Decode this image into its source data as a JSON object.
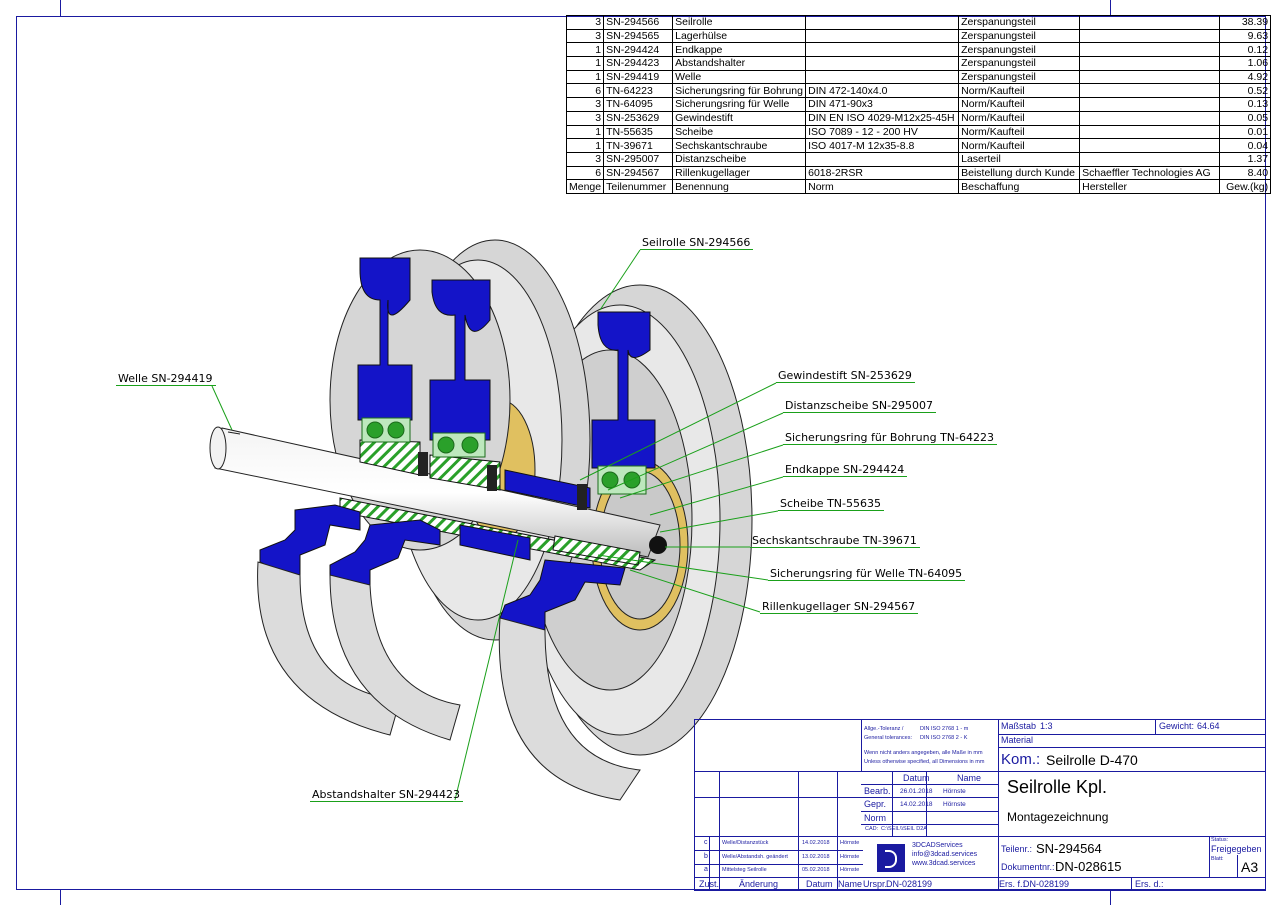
{
  "bom": {
    "rows": [
      {
        "qty": "3",
        "part": "SN-294566",
        "name": "Seilrolle",
        "norm": "",
        "proc": "Zerspanungsteil",
        "maker": "",
        "weight": "38.39"
      },
      {
        "qty": "3",
        "part": "SN-294565",
        "name": "Lagerhülse",
        "norm": "",
        "proc": "Zerspanungsteil",
        "maker": "",
        "weight": "9.63"
      },
      {
        "qty": "1",
        "part": "SN-294424",
        "name": "Endkappe",
        "norm": "",
        "proc": "Zerspanungsteil",
        "maker": "",
        "weight": "0.12"
      },
      {
        "qty": "1",
        "part": "SN-294423",
        "name": "Abstandshalter",
        "norm": "",
        "proc": "Zerspanungsteil",
        "maker": "",
        "weight": "1.06"
      },
      {
        "qty": "1",
        "part": "SN-294419",
        "name": "Welle",
        "norm": "",
        "proc": "Zerspanungsteil",
        "maker": "",
        "weight": "4.92"
      },
      {
        "qty": "6",
        "part": "TN-64223",
        "name": "Sicherungsring für Bohrung",
        "norm": "DIN 472-140x4.0",
        "proc": "Norm/Kaufteil",
        "maker": "",
        "weight": "0.52"
      },
      {
        "qty": "3",
        "part": "TN-64095",
        "name": "Sicherungsring für Welle",
        "norm": "DIN 471-90x3",
        "proc": "Norm/Kaufteil",
        "maker": "",
        "weight": "0.13"
      },
      {
        "qty": "3",
        "part": "SN-253629",
        "name": "Gewindestift",
        "norm": "DIN EN ISO 4029-M12x25-45H",
        "proc": "Norm/Kaufteil",
        "maker": "",
        "weight": "0.05"
      },
      {
        "qty": "1",
        "part": "TN-55635",
        "name": "Scheibe",
        "norm": "ISO 7089 - 12 - 200 HV",
        "proc": "Norm/Kaufteil",
        "maker": "",
        "weight": "0.01"
      },
      {
        "qty": "1",
        "part": "TN-39671",
        "name": "Sechskantschraube",
        "norm": "ISO 4017-M 12x35-8.8",
        "proc": "Norm/Kaufteil",
        "maker": "",
        "weight": "0.04"
      },
      {
        "qty": "3",
        "part": "SN-295007",
        "name": "Distanzscheibe",
        "norm": "",
        "proc": "Laserteil",
        "maker": "",
        "weight": "1.37"
      },
      {
        "qty": "6",
        "part": "SN-294567",
        "name": "Rillenkugellager",
        "norm": "6018-2RSR",
        "proc": "Beistellung durch Kunde",
        "maker": "Schaeffler Technologies AG",
        "weight": "8.40"
      }
    ],
    "header": {
      "qty": "Menge",
      "part": "Teilenummer",
      "name": "Benennung",
      "norm": "Norm",
      "proc": "Beschaffung",
      "maker": "Hersteller",
      "weight": "Gew.(kg)"
    }
  },
  "callouts": {
    "seilrolle": "Seilrolle  SN-294566",
    "welle": "Welle  SN-294419",
    "gewindestift": "Gewindestift  SN-253629",
    "distanzscheibe": "Distanzscheibe  SN-295007",
    "sicherungsring_bohrung": "Sicherungsring für Bohrung  TN-64223",
    "endkappe": "Endkappe  SN-294424",
    "scheibe": "Scheibe  TN-55635",
    "sechskantschraube": "Sechskantschraube  TN-39671",
    "sicherungsring_welle": "Sicherungsring für Welle  TN-64095",
    "rillenkugellager": "Rillenkugellager  SN-294567",
    "abstandshalter": "Abstandshalter  SN-294423"
  },
  "title_block": {
    "tolerance_label": "Allge.-Toleranz /",
    "tolerance_label2": "General tolerances:",
    "tolerance_1": "DIN ISO 2768 1 - m",
    "tolerance_2": "DIN ISO 2768 2 - K",
    "note_de": "Wenn nicht anders angegeben, alle Maße in mm",
    "note_en": "Unless otherwise specified, all Dimensions in mm",
    "massstab_label": "Maßstab",
    "massstab": "1:3",
    "gewicht_label": "Gewicht:",
    "gewicht": "64.64",
    "material_label": "Material",
    "kom_label": "Kom.:",
    "kom": "Seilrolle D-470",
    "datum_header": "Datum",
    "name_header": "Name",
    "bearb_label": "Bearb.",
    "bearb_date": "26.01.2018",
    "bearb_name": "Hörnste",
    "gepr_label": "Gepr.",
    "gepr_date": "14.02.2018",
    "gepr_name": "Hörnste",
    "norm_label": "Norm",
    "cad_label": "CAD:",
    "cad_value": "C:\\SEIL\\\\SEIL D2A",
    "title": "Seilrolle Kpl.",
    "subtitle": "Montagezeichnung",
    "company_line1": "3DCADServices",
    "company_line2": "info@3dcad.services",
    "company_line3": "www.3dcad.services",
    "teilenr_label": "Teilenr.:",
    "teilenr": "SN-294564",
    "doknr_label": "Dokumentnr.:",
    "doknr": "DN-028615",
    "status_label": "Status:",
    "status": "Freigegeben",
    "blatt_label": "Blatt:",
    "format": "A3",
    "ursprung_label": "Urspr.",
    "ursprung": "DN-028199",
    "ers_f_label": "Ers. f.:",
    "ers_f": "DN-028199",
    "ers_d_label": "Ers. d.:",
    "zust_label": "Zust.",
    "aenderung_label": "Änderung",
    "datum_label": "Datum",
    "name_label": "Name",
    "revisions": [
      {
        "zust": "c",
        "text": "Welle/Distanzstück",
        "date": "14.02.2018",
        "name": "Hörnste"
      },
      {
        "zust": "b",
        "text": "Welle/Abstandsh. geändert",
        "date": "13.02.2018",
        "name": "Hörnste"
      },
      {
        "zust": "a",
        "text": "Mittelsteg Seilrolle",
        "date": "05.02.2018",
        "name": "Hörnste"
      }
    ]
  },
  "colors": {
    "frame": "#1a1aa0",
    "callout_line": "#1aa01a",
    "part_blue": "#1414c8",
    "part_grey": "#d9d9d9",
    "bearing_green": "#2aa02a"
  }
}
